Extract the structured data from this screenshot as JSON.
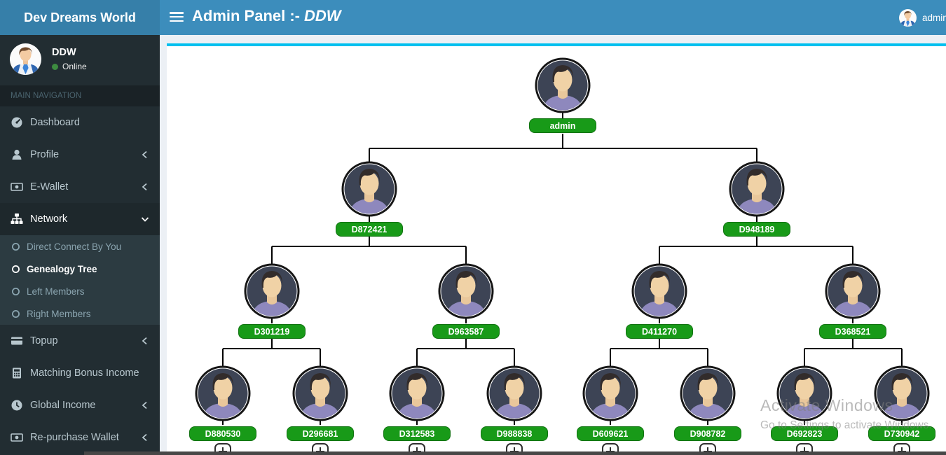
{
  "brand": {
    "name": "Dev Dreams World"
  },
  "header": {
    "title": "Admin Panel :-",
    "subtitle": "DDW",
    "user": "admin"
  },
  "user_panel": {
    "name": "DDW",
    "status": "Online"
  },
  "sidebar": {
    "section": "MAIN NAVIGATION",
    "items": [
      {
        "label": "Dashboard",
        "icon": "tachometer-icon",
        "expandable": false,
        "active": false
      },
      {
        "label": "Profile",
        "icon": "user-icon",
        "expandable": true,
        "expanded": false
      },
      {
        "label": "E-Wallet",
        "icon": "money-icon",
        "expandable": true,
        "expanded": false
      },
      {
        "label": "Network",
        "icon": "sitemap-icon",
        "expandable": true,
        "expanded": true,
        "active": true
      },
      {
        "label": "Topup",
        "icon": "credit-card-icon",
        "expandable": true,
        "expanded": false
      },
      {
        "label": "Matching Bonus Income",
        "icon": "calculator-icon",
        "expandable": false
      },
      {
        "label": "Global Income",
        "icon": "clock-icon",
        "expandable": true,
        "expanded": false
      },
      {
        "label": "Re-purchase Wallet",
        "icon": "money-icon",
        "expandable": true,
        "expanded": false
      }
    ],
    "submenu": [
      {
        "label": "Direct Connect By You",
        "active": false
      },
      {
        "label": "Genealogy Tree",
        "active": true
      },
      {
        "label": "Left Members",
        "active": false
      },
      {
        "label": "Right Members",
        "active": false
      }
    ]
  },
  "tree": {
    "root": "admin",
    "l2": [
      "D872421",
      "D948189"
    ],
    "l3": [
      "D301219",
      "D963587",
      "D411270",
      "D368521"
    ],
    "l4": [
      "D880530",
      "D296681",
      "D312583",
      "D988838",
      "D609621",
      "D908782",
      "D692823",
      "D730942"
    ]
  },
  "watermark": {
    "line1": "Activate Windows",
    "line2": "Go to Settings to activate Windows."
  },
  "colors": {
    "navbar": "#3c8dbc",
    "brand_bg": "#367fa9",
    "sidebar_bg": "#222d32",
    "node_green": "#189a18",
    "panel_accent": "#00c0ef",
    "online_dot": "#3d8b40"
  }
}
